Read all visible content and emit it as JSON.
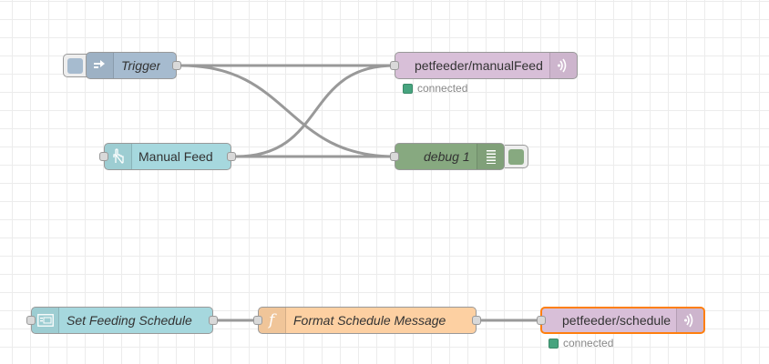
{
  "colors": {
    "inject": "#a6bbcf",
    "mqtt": "#d8bfd8",
    "debug": "#87a980",
    "ui": "#a6d8de",
    "function": "#fdd0a2",
    "connected": "#47a47f",
    "selection": "#ff7f0e"
  },
  "nodes": {
    "trigger": {
      "label": "Trigger",
      "icon": "inject-arrow-icon"
    },
    "manual_feed_mqtt": {
      "label": "petfeeder/manualFeed",
      "status": "connected",
      "icon": "mqtt-bridge-icon"
    },
    "manual_feed": {
      "label": "Manual Feed",
      "icon": "hand-pointer-icon"
    },
    "debug": {
      "label": "debug 1",
      "icon": "debug-list-icon"
    },
    "set_schedule": {
      "label": "Set Feeding Schedule",
      "icon": "form-icon"
    },
    "format_schedule": {
      "label": "Format Schedule Message",
      "icon": "function-icon"
    },
    "schedule_mqtt": {
      "label": "petfeeder/schedule",
      "status": "connected",
      "icon": "mqtt-bridge-icon"
    }
  }
}
